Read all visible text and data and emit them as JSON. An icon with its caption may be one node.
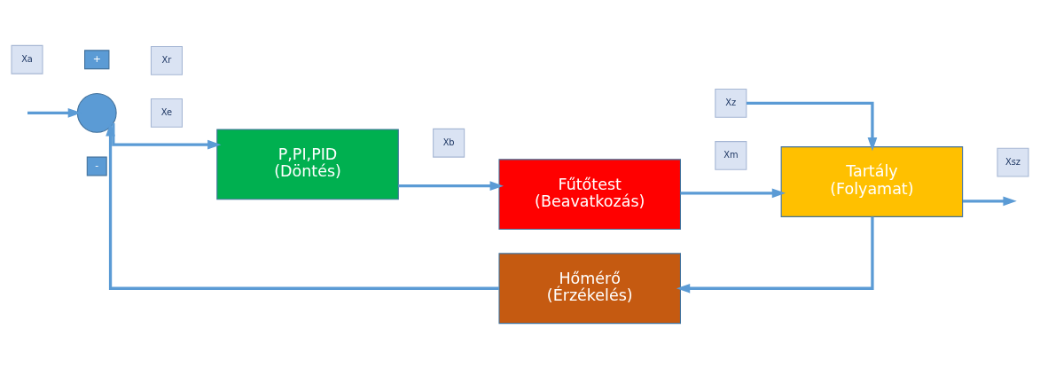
{
  "diagram": {
    "nodes": [
      {
        "text": [
          "Xa"
        ]
      },
      {
        "text": [
          "+"
        ]
      },
      {
        "text": [],
        "shape": "circle"
      },
      {
        "text": [
          "Xr"
        ]
      },
      {
        "text": [
          "-"
        ]
      },
      {
        "text": [
          "Xe"
        ]
      },
      {
        "text": [
          "P,PI,PID",
          "(Döntés)"
        ]
      },
      {
        "text": [
          "Xb"
        ]
      },
      {
        "text": [
          "Fűtőtest",
          "(Beavatkozás)"
        ]
      },
      {
        "text": [
          "Xm"
        ]
      },
      {
        "text": [
          "Xz"
        ]
      },
      {
        "text": [
          "Tartály",
          "(Folyamat)"
        ]
      },
      {
        "text": [
          "Xsz"
        ]
      },
      {
        "text": [
          "Hőmérő",
          "(Érzékelés)"
        ]
      }
    ],
    "edges": [
      {
        "from": null,
        "to": 2,
        "arrow": "to"
      },
      {
        "from": 2,
        "to": 6,
        "arrow": "to"
      },
      {
        "from": 6,
        "to": 8,
        "arrow": "to"
      },
      {
        "from": 8,
        "to": 11,
        "arrow": "to"
      },
      {
        "from": 10,
        "to": 11,
        "arrow": "to"
      },
      {
        "from": 11,
        "to": null,
        "arrow": "to"
      },
      {
        "from": 11,
        "to": 13,
        "arrow": "to"
      },
      {
        "from": 13,
        "to": 2,
        "arrow": "to"
      }
    ]
  }
}
